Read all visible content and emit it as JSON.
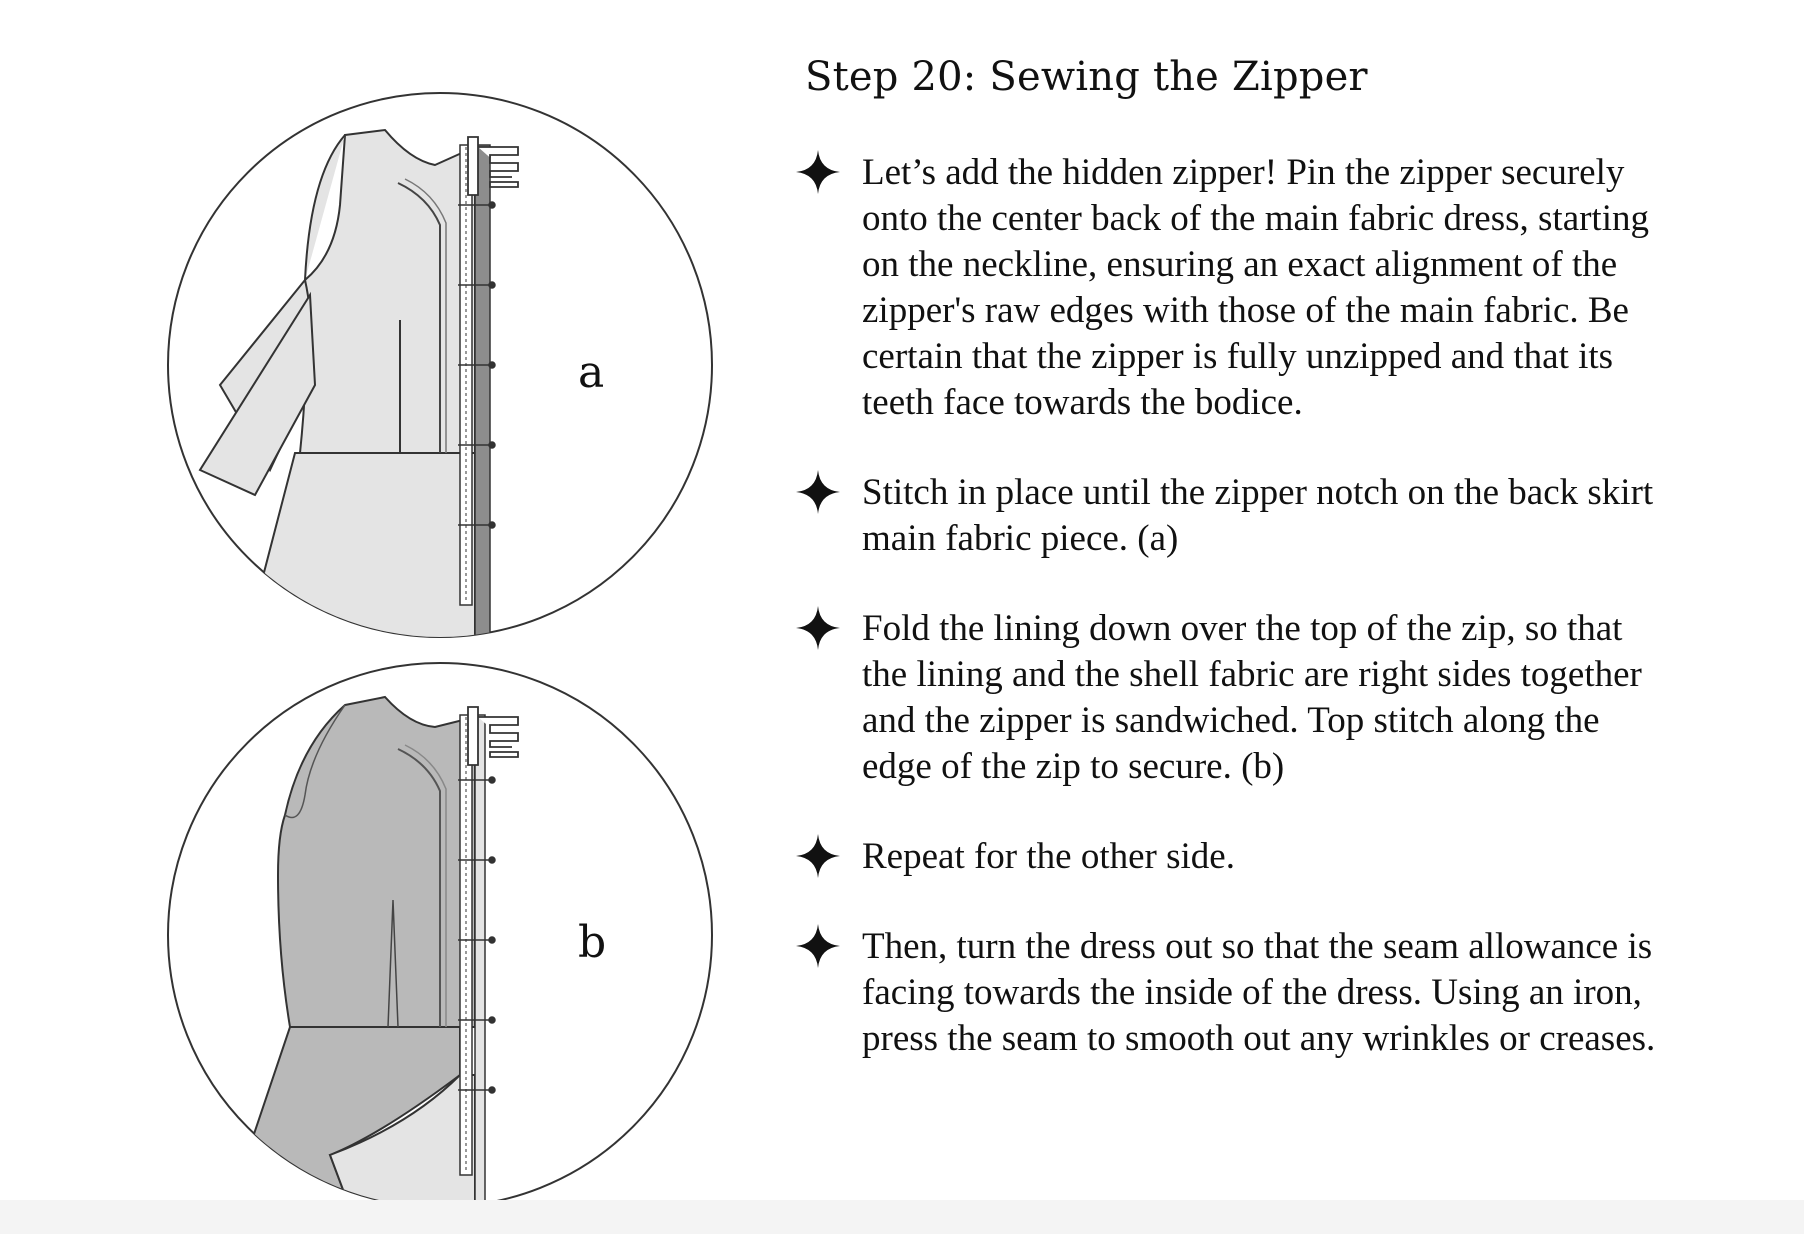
{
  "title": "Step 20: Sewing the Zipper",
  "figures": [
    {
      "label": "a"
    },
    {
      "label": "b"
    }
  ],
  "steps": [
    "Let’s add the hidden zipper! Pin the zipper securely onto the center back of the main fabric dress, starting on the neckline, ensuring an exact alignment of the zipper's raw edges with those of the main fabric. Be certain that the zipper is fully unzipped and that its teeth face towards the bodice.",
    "Stitch in place until the zipper notch on the back skirt main fabric piece. (a)",
    "Fold the lining down over the top of the zip, so that the lining and the shell fabric are right sides together and the zipper is sandwiched. Top stitch along the edge of the zip to secure. (b)",
    "Repeat for the other side.",
    "Then, turn the dress out so that the seam allowance is facing towards the inside of the dress. Using an iron, press the seam to smooth out any wrinkles or creases."
  ],
  "bullet_icon": "four-point-star-icon",
  "colors": {
    "text": "#111111",
    "outline": "#333333",
    "fabric_light": "#e4e4e4",
    "fabric_dark": "#b9b9b9",
    "shell_strip": "#8d8d8d"
  }
}
